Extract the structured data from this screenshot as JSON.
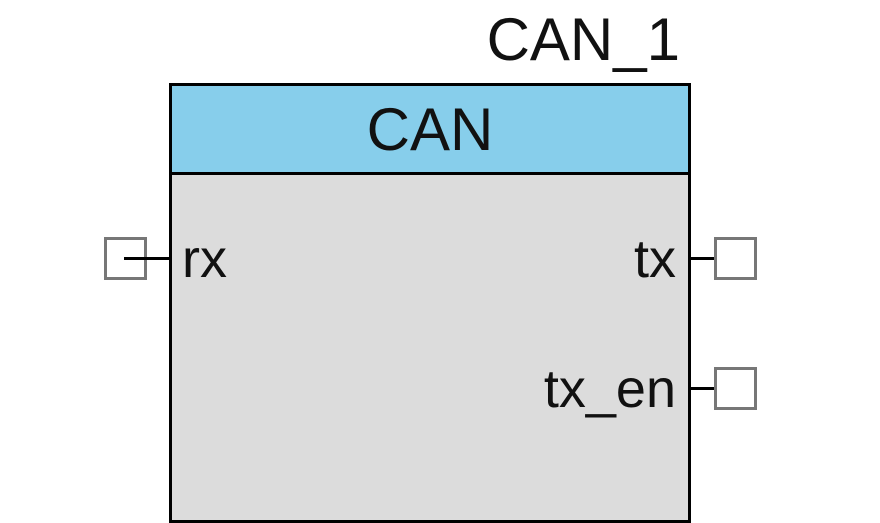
{
  "component": {
    "instance_name": "CAN_1",
    "type_name": "CAN",
    "header_color": "#87ceeb",
    "body_color": "#dcdcdc",
    "pins": {
      "left": [
        {
          "name": "rx"
        }
      ],
      "right": [
        {
          "name": "tx"
        },
        {
          "name": "tx_en"
        }
      ]
    }
  }
}
